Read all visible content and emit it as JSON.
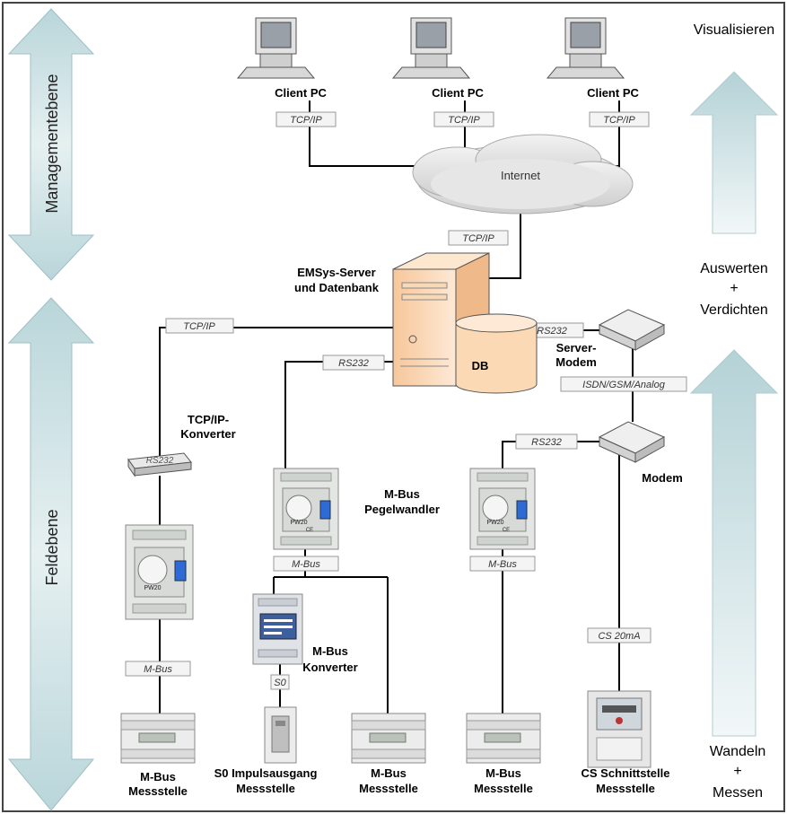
{
  "levels": {
    "management": "Managementebene",
    "field": "Feldebene"
  },
  "right_labels": {
    "visualize": "Visualisieren",
    "evaluate_line1": "Auswerten",
    "plus1": "+",
    "evaluate_line2": "Verdichten",
    "convert_line1": "Wandeln",
    "plus2": "+",
    "convert_line2": "Messen"
  },
  "clients": [
    {
      "label": "Client PC",
      "protocol": "TCP/IP"
    },
    {
      "label": "Client PC",
      "protocol": "TCP/IP"
    },
    {
      "label": "Client PC",
      "protocol": "TCP/IP"
    }
  ],
  "internet": {
    "label": "Internet",
    "protocol": "TCP/IP"
  },
  "server": {
    "line1": "EMSys-Server",
    "line2": "und Datenbank",
    "db": "DB"
  },
  "left_link": {
    "protocol": "TCP/IP"
  },
  "tcp_converter": {
    "line1": "TCP/IP-",
    "line2": "Konverter",
    "port": "RS232"
  },
  "pegelwandler": {
    "line1": "M-Bus",
    "line2": "Pegelwandler",
    "top_protocol": "RS232",
    "bottom_protocol": "M-Bus"
  },
  "server_modem": {
    "line1": "Server-",
    "line2": "Modem",
    "protocol": "RS232",
    "link": "ISDN/GSM/Analog"
  },
  "modem": {
    "label": "Modem",
    "protocol": "RS232",
    "cs_protocol": "CS 20mA"
  },
  "converter_pw": {
    "protocol": "M-Bus"
  },
  "right_pw": {
    "protocol": "M-Bus"
  },
  "mbus_converter": {
    "line1": "M-Bus",
    "line2": "Konverter",
    "s0": "S0"
  },
  "device_text": {
    "pw_brand": "PW20",
    "ce": "CE"
  },
  "meters": [
    {
      "line1": "M-Bus",
      "line2": "Messstelle"
    },
    {
      "line1": "S0 Impulsausgang",
      "line2": "Messstelle"
    },
    {
      "line1": "M-Bus",
      "line2": "Messstelle"
    },
    {
      "line1": "M-Bus",
      "line2": "Messstelle"
    },
    {
      "line1": "CS Schnittstelle",
      "line2": "Messstelle"
    }
  ],
  "colors": {
    "arrow_fill": "#cfe3e6",
    "arrow_stroke": "#9fbfc4",
    "server_fill": "#fbe0c4",
    "line": "#000000"
  }
}
